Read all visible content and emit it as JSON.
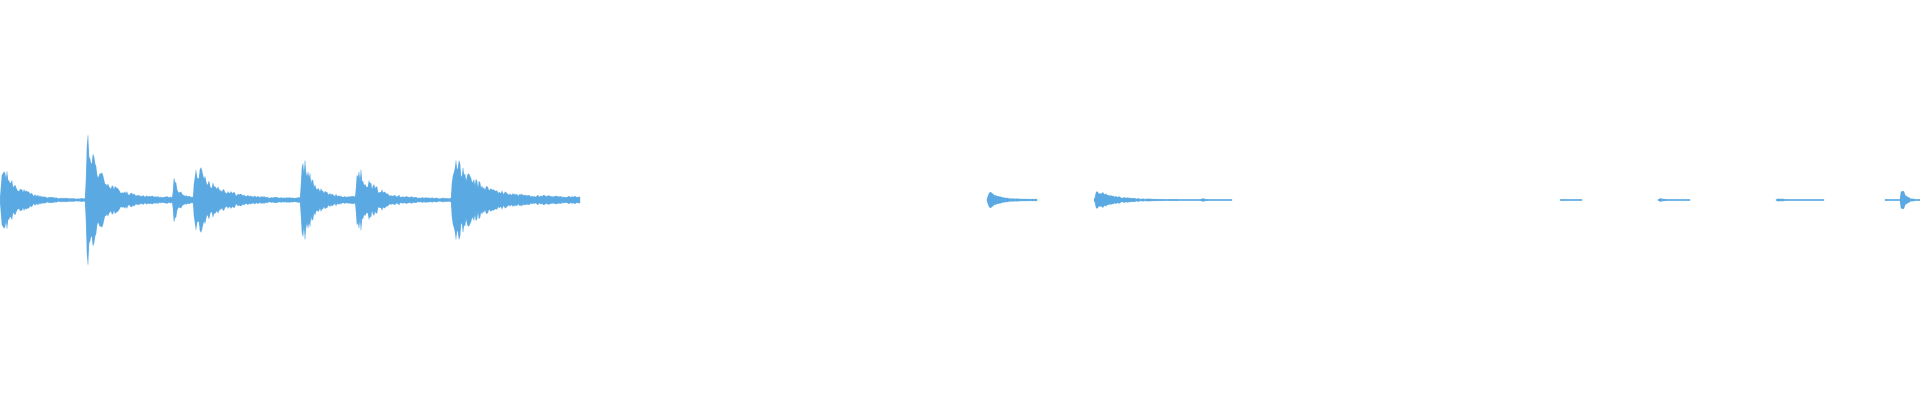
{
  "waveform": {
    "color": "#5aa9e2",
    "background": "#ffffff",
    "duration": 1920,
    "amplitude_max": 1.0,
    "segments": [
      {
        "start": 0,
        "end": 88,
        "peak": 0.22,
        "decay": 0.03
      },
      {
        "start": 85,
        "end": 172,
        "peak": 0.39,
        "decay": 0.04
      },
      {
        "start": 172,
        "end": 195,
        "peak": 0.22,
        "decay": 0.08
      },
      {
        "start": 193,
        "end": 302,
        "peak": 0.24,
        "decay": 0.05
      },
      {
        "start": 300,
        "end": 358,
        "peak": 0.32,
        "decay": 0.06
      },
      {
        "start": 355,
        "end": 452,
        "peak": 0.21,
        "decay": 0.045
      },
      {
        "start": 451,
        "end": 580,
        "peak": 0.27,
        "decay": 0.07
      },
      {
        "start": 987,
        "end": 1037,
        "peak": 0.06,
        "decay": 0.08
      },
      {
        "start": 1094,
        "end": 1200,
        "peak": 0.06,
        "decay": 0.05
      },
      {
        "start": 1200,
        "end": 1232,
        "peak": 0.015,
        "decay": 0.01
      },
      {
        "start": 1560,
        "end": 1582,
        "peak": 0.01,
        "decay": 0.01
      },
      {
        "start": 1658,
        "end": 1690,
        "peak": 0.015,
        "decay": 0.005
      },
      {
        "start": 1776,
        "end": 1824,
        "peak": 0.012,
        "decay": 0.005
      },
      {
        "start": 1885,
        "end": 1902,
        "peak": 0.01,
        "decay": 0.005
      },
      {
        "start": 1900,
        "end": 1920,
        "peak": 0.14,
        "decay": 0.02
      }
    ]
  }
}
